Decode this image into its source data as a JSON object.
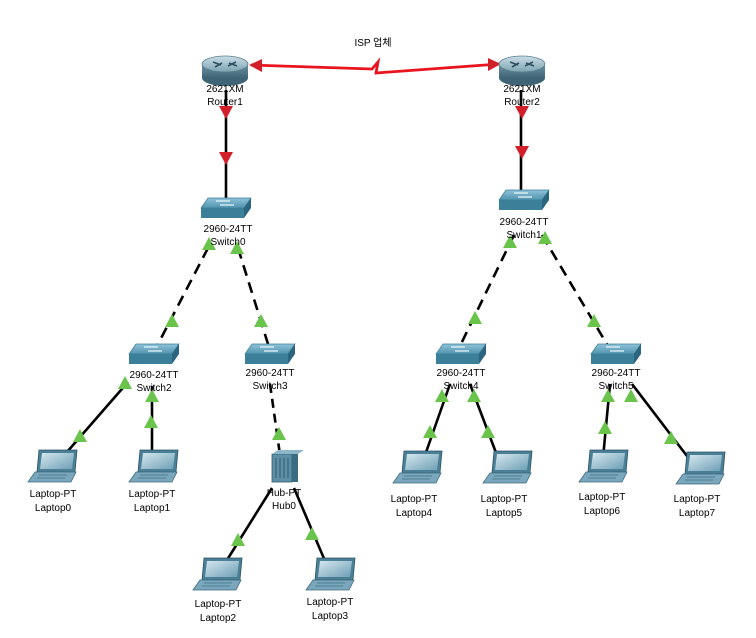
{
  "wan_link": {
    "label": "ISP 업체",
    "color": "#e8141e"
  },
  "colors": {
    "link_up": "#6ac44b",
    "link_down": "#d2202a",
    "cable": "#000000"
  },
  "devices": {
    "router1": {
      "model": "2621XM",
      "name": "Router1",
      "type": "router"
    },
    "router2": {
      "model": "2621XM",
      "name": "Router2",
      "type": "router"
    },
    "switch0": {
      "model": "2960-24TT",
      "name": "Switch0",
      "type": "switch"
    },
    "switch1": {
      "model": "2960-24TT",
      "name": "Switch1",
      "type": "switch"
    },
    "switch2": {
      "model": "2960-24TT",
      "name": "Switch2",
      "type": "switch"
    },
    "switch3": {
      "model": "2960-24TT",
      "name": "Switch3",
      "type": "switch"
    },
    "switch4": {
      "model": "2960-24TT",
      "name": "Switch4",
      "type": "switch"
    },
    "switch5": {
      "model": "2960-24TT",
      "name": "Switch5",
      "type": "switch"
    },
    "hub0": {
      "model": "Hub-PT",
      "name": "Hub0",
      "type": "hub"
    },
    "laptop0": {
      "model": "Laptop-PT",
      "name": "Laptop0",
      "type": "laptop"
    },
    "laptop1": {
      "model": "Laptop-PT",
      "name": "Laptop1",
      "type": "laptop"
    },
    "laptop2": {
      "model": "Laptop-PT",
      "name": "Laptop2",
      "type": "laptop"
    },
    "laptop3": {
      "model": "Laptop-PT",
      "name": "Laptop3",
      "type": "laptop"
    },
    "laptop4": {
      "model": "Laptop-PT",
      "name": "Laptop4",
      "type": "laptop"
    },
    "laptop5": {
      "model": "Laptop-PT",
      "name": "Laptop5",
      "type": "laptop"
    },
    "laptop6": {
      "model": "Laptop-PT",
      "name": "Laptop6",
      "type": "laptop"
    },
    "laptop7": {
      "model": "Laptop-PT",
      "name": "Laptop7",
      "type": "laptop"
    }
  }
}
